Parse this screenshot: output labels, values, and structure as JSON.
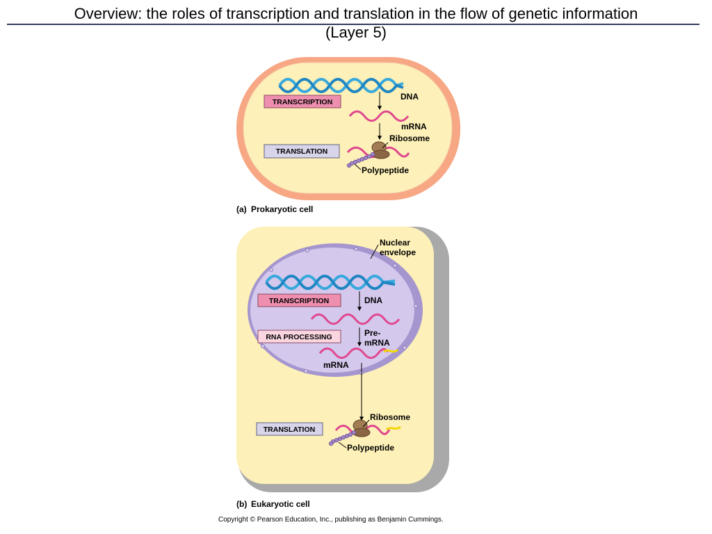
{
  "title": {
    "line1": "Overview: the roles of transcription and translation in the flow of genetic information",
    "line2": "(Layer 5)"
  },
  "prokaryotic": {
    "process_labels": {
      "transcription": "TRANSCRIPTION",
      "translation": "TRANSLATION"
    },
    "molecule_labels": {
      "dna": "DNA",
      "mrna": "mRNA",
      "ribosome": "Ribosome",
      "polypeptide": "Polypeptide"
    },
    "caption_letter": "(a)",
    "caption": "Prokaryotic cell"
  },
  "eukaryotic": {
    "process_labels": {
      "transcription": "TRANSCRIPTION",
      "rna_processing": "RNA PROCESSING",
      "translation": "TRANSLATION"
    },
    "molecule_labels": {
      "nuclear_line1": "Nuclear",
      "nuclear_line2": "envelope",
      "dna": "DNA",
      "pre_line1": "Pre-",
      "pre_line2": "mRNA",
      "mrna": "mRNA",
      "ribosome": "Ribosome",
      "polypeptide": "Polypeptide"
    },
    "caption_letter": "(b)",
    "caption": "Eukaryotic cell"
  },
  "copyright": "Copyright © Pearson Education, Inc., publishing as Benjamin Cummings.",
  "colors": {
    "cytoplasm": "#fdf0b8",
    "prokaryote_wall": "#f7a784",
    "eukaryote_wall": "#a9a9a9",
    "nucleus": "#d4c8ec",
    "nuclear_envelope": "#a596cf",
    "dna": "#37a9dd",
    "mrna": "#e0468e",
    "cap_tail": "#f4d60a",
    "ribosome": "#9b7650",
    "polypeptide": "#a688c8",
    "transcription_box": "#ee8fb0",
    "processing_box": "#fbd6e1",
    "translation_box": "#d8d4ea"
  }
}
